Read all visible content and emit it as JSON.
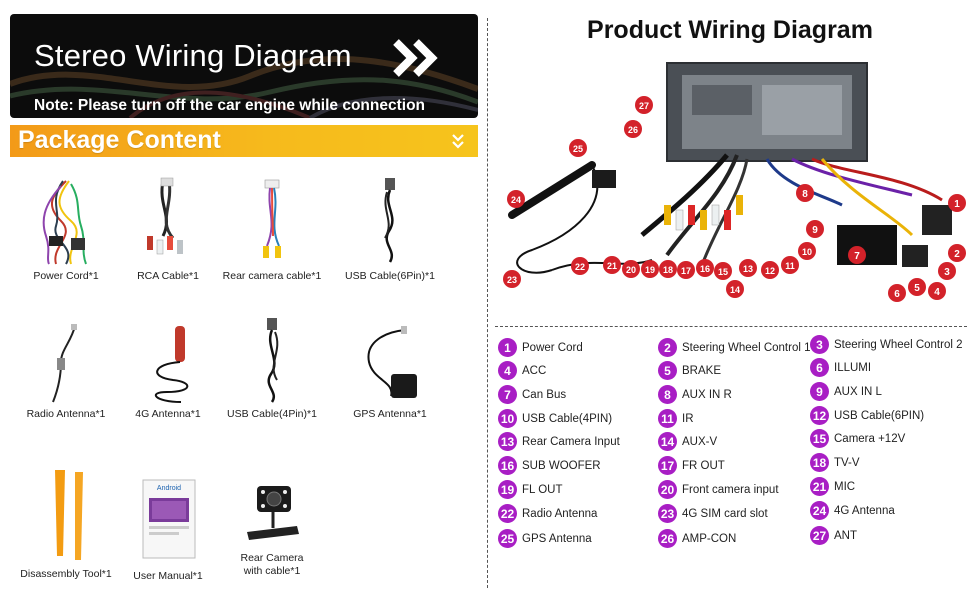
{
  "header": {
    "title": "Stereo Wiring Diagram",
    "note": "Note: Please turn off the car engine while connection"
  },
  "package": {
    "title": "Package Content",
    "items": [
      {
        "label": "Power Cord*1"
      },
      {
        "label": "RCA Cable*1"
      },
      {
        "label": "Rear camera cable*1"
      },
      {
        "label": "USB Cable(6Pin)*1"
      },
      {
        "label": "Radio Antenna*1"
      },
      {
        "label": "4G Antenna*1"
      },
      {
        "label": "USB Cable(4Pin)*1"
      },
      {
        "label": "GPS Antenna*1"
      },
      {
        "label": "Disassembly Tool*1"
      },
      {
        "label": "User Manual*1",
        "manual_brand": "Android"
      },
      {
        "label": "Rear Camera with cable*1"
      }
    ]
  },
  "diagram": {
    "title": "Product Wiring Diagram",
    "callouts": [
      "1",
      "2",
      "3",
      "4",
      "5",
      "6",
      "7",
      "8",
      "9",
      "10",
      "11",
      "12",
      "13",
      "14",
      "15",
      "16",
      "17",
      "18",
      "19",
      "20",
      "21",
      "22",
      "23",
      "24",
      "25",
      "26",
      "27"
    ]
  },
  "legend": [
    {
      "num": "1",
      "label": "Power Cord"
    },
    {
      "num": "2",
      "label": "Steering Wheel Control 1"
    },
    {
      "num": "3",
      "label": "Steering Wheel Control 2"
    },
    {
      "num": "4",
      "label": "ACC"
    },
    {
      "num": "5",
      "label": "BRAKE"
    },
    {
      "num": "6",
      "label": "ILLUMI"
    },
    {
      "num": "7",
      "label": "Can Bus"
    },
    {
      "num": "8",
      "label": "AUX IN R"
    },
    {
      "num": "9",
      "label": "AUX IN L"
    },
    {
      "num": "10",
      "label": "USB Cable(4PIN)"
    },
    {
      "num": "11",
      "label": "IR"
    },
    {
      "num": "12",
      "label": "USB Cable(6PIN)"
    },
    {
      "num": "13",
      "label": "Rear Camera Input"
    },
    {
      "num": "14",
      "label": "AUX-V"
    },
    {
      "num": "15",
      "label": "Camera +12V"
    },
    {
      "num": "16",
      "label": "SUB WOOFER"
    },
    {
      "num": "17",
      "label": "FR OUT"
    },
    {
      "num": "18",
      "label": "TV-V"
    },
    {
      "num": "19",
      "label": "FL OUT"
    },
    {
      "num": "20",
      "label": "Front camera input"
    },
    {
      "num": "21",
      "label": "MIC"
    },
    {
      "num": "22",
      "label": "Radio Antenna"
    },
    {
      "num": "23",
      "label": "4G SIM card slot"
    },
    {
      "num": "24",
      "label": "4G Antenna"
    },
    {
      "num": "25",
      "label": "GPS Antenna"
    },
    {
      "num": "26",
      "label": "AMP-CON"
    },
    {
      "num": "27",
      "label": "ANT"
    }
  ],
  "colors": {
    "banner_bg": "#0c0c0c",
    "package_bar_start": "#f39a18",
    "package_bar_end": "#f6c41c",
    "legend_badge": "#a81ec4",
    "callout_badge": "#d3222a"
  }
}
